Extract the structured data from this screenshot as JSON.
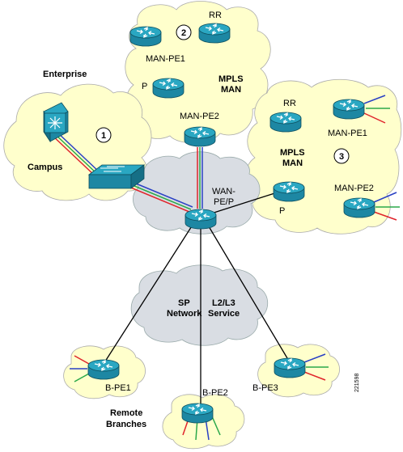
{
  "labels": {
    "enterprise": "Enterprise",
    "campus": "Campus",
    "rr_top": "RR",
    "man_pe1_top": "MAN-PE1",
    "p_top": "P",
    "mpls_man_1a": "MPLS",
    "mpls_man_1b": "MAN",
    "man_pe2_top": "MAN-PE2",
    "rr_right": "RR",
    "man_pe1_right": "MAN-PE1",
    "mpls_man_3a": "MPLS",
    "mpls_man_3b": "MAN",
    "man_pe2_right": "MAN-PE2",
    "p_right": "P",
    "wan_pe_a": "WAN-",
    "wan_pe_b": "PE/P",
    "sp_network_a": "SP",
    "sp_network_b": "Network",
    "l2l3_a": "L2/L3",
    "l2l3_b": "Service",
    "b_pe1": "B-PE1",
    "b_pe2": "B-PE2",
    "b_pe3": "B-PE3",
    "remote_a": "Remote",
    "remote_b": "Branches",
    "figure_id": "221598"
  },
  "callouts": {
    "one": "1",
    "two": "2",
    "three": "3"
  },
  "colors": {
    "cloud_fill": "#ffffcc",
    "cloud_gray": "#d9dde3",
    "router_top": "#2aa7c2",
    "router_body": "#1d87a3",
    "link_red": "#e0242b",
    "link_green": "#2aa84a",
    "link_blue": "#2940c4"
  }
}
